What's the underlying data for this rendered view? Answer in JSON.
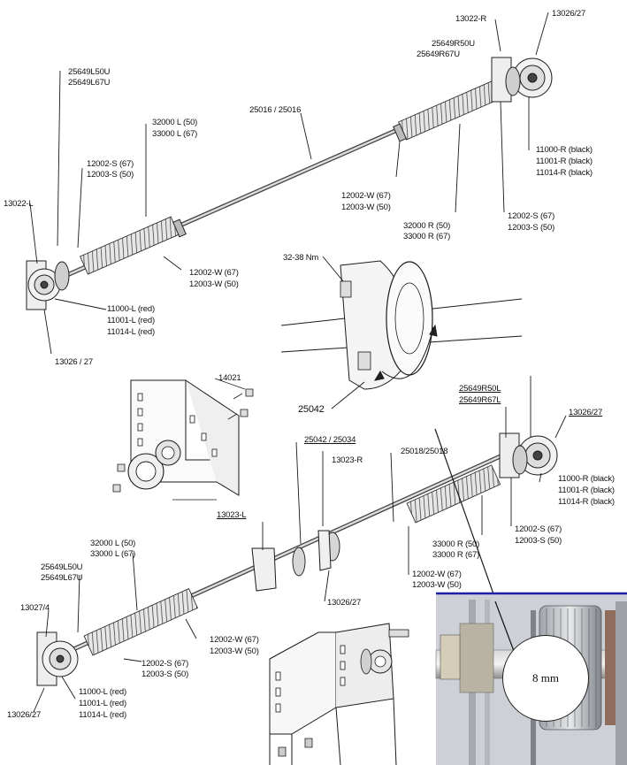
{
  "labels": {
    "l_13022_r_top": "13022-R",
    "l_13026_27_top": "13026/27",
    "l_25649r50u": "25649R50U",
    "l_25649r67u": "25649R67U",
    "l_25649l50u": "25649L50U",
    "l_25649l67u": "25649L67U",
    "l_25016_25016": "25016 / 25016",
    "l_32000l": "32000 L (50)",
    "l_33000l": "33000 L (67)",
    "l_12002s_67": "12002-S (67)",
    "l_12003s_50": "12003-S (50)",
    "l_13022l_top": "13022-L",
    "l_11000r": "11000-R (black)",
    "l_11001r": "11001-R (black)",
    "l_11014r": "11014-R (black)",
    "l_12002w_67_mid": "12002-W (67)",
    "l_12003w_50_mid": "12003-W (50)",
    "l_32000r": "32000 R (50)",
    "l_33000r": "33000 R (67)",
    "l_12002s_67_r": "12002-S (67)",
    "l_12003s_50_r": "12003-S (50)",
    "l_32_38": "32-38 Nm",
    "l_12002w_67_l": "12002-W (67)",
    "l_12003w_50_l": "12003-W (50)",
    "l_11000l": "11000-L (red)",
    "l_11001l": "11001-L (red)",
    "l_11014l": "11014-L (red)",
    "l_13026_27_l": "13026 / 27",
    "l_14021": "14021",
    "l_25042": "25042",
    "l_25649r50l": "25649R50L",
    "l_25649r67l": "25649R67L",
    "l_13026_27_r2": "13026/27",
    "l_25042_25034": "25042 / 25034",
    "l_13023r": "13023-R",
    "l_25018_25018": "25018/25018",
    "l_11000r_b": "11000-R (black)",
    "l_11001r_b": "11001-R (black)",
    "l_11014r_b": "11014-R (black)",
    "l_13023l": "13023-L",
    "l_12002s_67_b": "12002-S (67)",
    "l_12003s_50_b": "12003-S (50)",
    "l_32000l_b": "32000 L (50)",
    "l_33000l_b": "33000 L (67)",
    "l_33000r_b1": "33000 R (50)",
    "l_33000r_b2": "33000 R (67)",
    "l_25649l50u_b": "25649L50U",
    "l_25649l67u_b": "25649L67U",
    "l_12002w_67_b": "12002-W (67)",
    "l_12003w_50_b": "12003-W (50)",
    "l_13027_4": "13027/4",
    "l_12002w_67_c": "12002-W (67)",
    "l_12003w_50_c": "12003-W (50)",
    "l_13026_27_b": "13026/27",
    "l_12002s_67_c": "12002-S (67)",
    "l_12003s_50_c": "12003-S (50)",
    "l_11000l_b": "11000-L (red)",
    "l_11001l_b": "11001-L (red)",
    "l_11014l_b": "11014-L (red)",
    "l_13026_27_bl": "13026/27",
    "photo_note": "8 mm"
  },
  "colors": {
    "line": "#1a1a1a",
    "spring_fill": "#d9d9d9",
    "shaft_fill": "#9a9a9a",
    "photo_bg": "#c9ccd2",
    "photo_line": "#1f1fa8"
  }
}
